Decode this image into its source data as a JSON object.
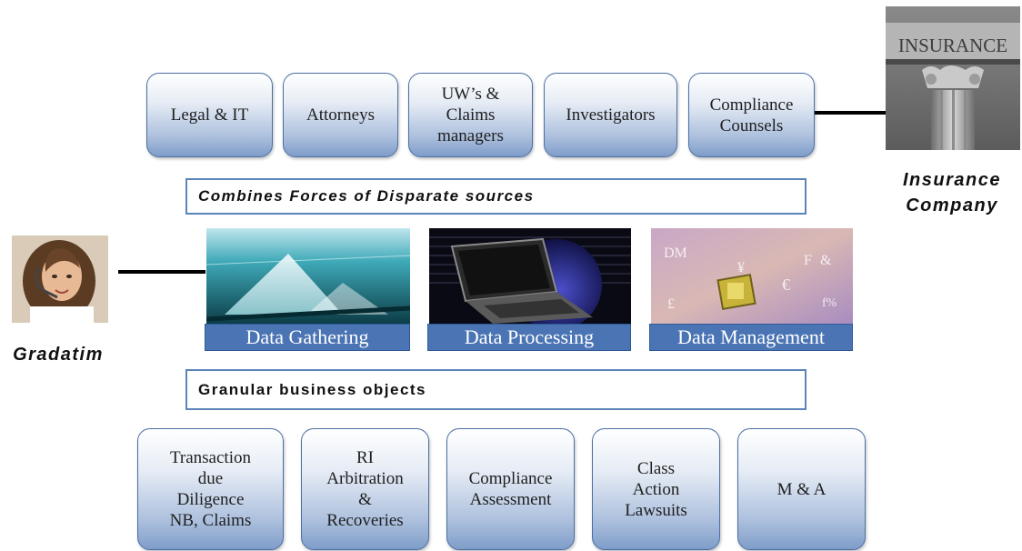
{
  "top_boxes": [
    {
      "label": "Legal & IT"
    },
    {
      "label": "Attorneys"
    },
    {
      "label": "UW’s &\nClaims\nmanagers"
    },
    {
      "label": "Investigators"
    },
    {
      "label": "Compliance\nCounsels"
    }
  ],
  "banners": {
    "top": "Combines Forces of Disparate sources",
    "bottom": "Granular business objects"
  },
  "stages": [
    {
      "label": "Data Gathering",
      "icon": "data-gathering-image"
    },
    {
      "label": "Data Processing",
      "icon": "laptop-image"
    },
    {
      "label": "Data Management",
      "icon": "currency-chip-image"
    }
  ],
  "bottom_boxes": [
    {
      "label": "Transaction\ndue\nDiligence\nNB, Claims"
    },
    {
      "label": "RI\nArbitration\n&\nRecoveries"
    },
    {
      "label": "Compliance\nAssessment"
    },
    {
      "label": "Class\nAction\nLawsuits"
    },
    {
      "label": "M & A"
    }
  ],
  "insurance": {
    "label": "Insurance\nCompany",
    "sign_text": "INSURANCE"
  },
  "gradatim": {
    "label": "Gradatim"
  },
  "colors": {
    "box_border": "#4a6fa5",
    "label_bar": "#4a74b4",
    "banner_border": "#5b84b8"
  }
}
